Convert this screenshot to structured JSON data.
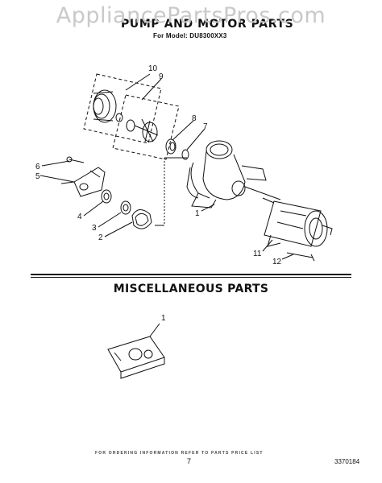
{
  "watermark": "AppliancePartsPros.com",
  "title": "PUMP AND MOTOR PARTS",
  "model_line": "For Model: DU8300XX3",
  "misc_title": "MISCELLANEOUS PARTS",
  "footer_note": "FOR ORDERING INFORMATION REFER TO PARTS PRICE LIST",
  "page_number": "7",
  "doc_number": "3370184",
  "callouts": {
    "c10": "10",
    "c9": "9",
    "c8": "8",
    "c7": "7",
    "c6": "6",
    "c5": "5",
    "c4": "4",
    "c3": "3",
    "c2": "2",
    "c1": "1",
    "c11": "11",
    "c12": "12",
    "misc1": "1"
  }
}
